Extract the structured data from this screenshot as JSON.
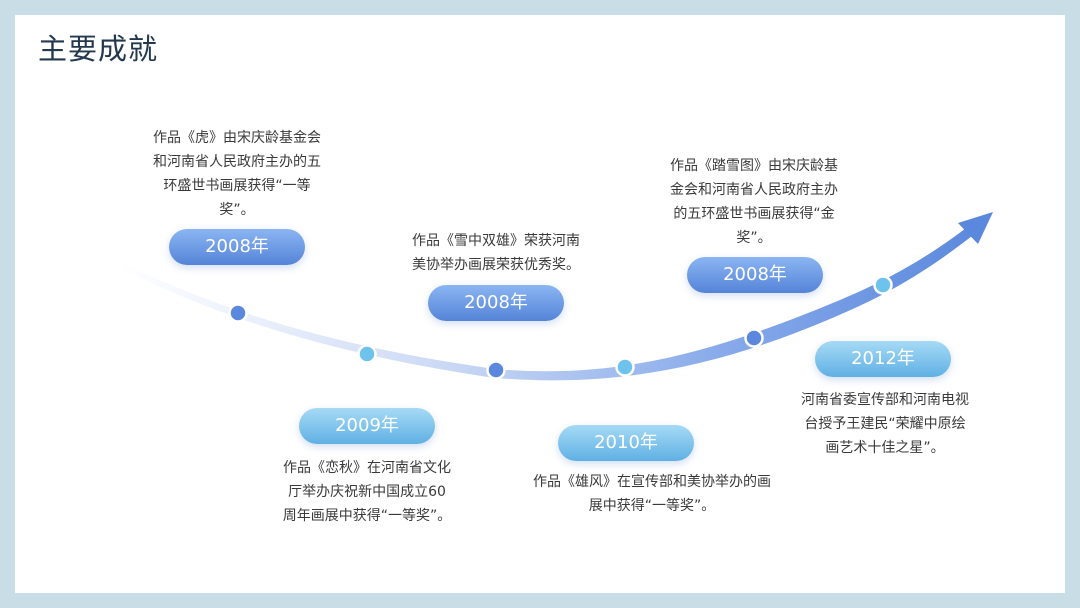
{
  "title": "主要成就",
  "milestones": [
    {
      "year": "2008年",
      "text": "作品《虎》由宋庆龄基金会\n和河南省人民政府主办的五\n环盛世书画展获得“一等\n奖”。"
    },
    {
      "year": "2009年",
      "text": "作品《恋秋》在河南省文化\n厅举办庆祝新中国成立60\n周年画展中获得“一等奖”。"
    },
    {
      "year": "2008年",
      "text": "作品《雪中双雄》荣获河南\n美协举办画展荣获优秀奖。"
    },
    {
      "year": "2010年",
      "text": "作品《雄风》在宣传部和美协举办的画\n展中获得“一等奖”。"
    },
    {
      "year": "2008年",
      "text": "作品《踏雪图》由宋庆龄基\n金会和河南省人民政府主办\n的五环盛世书画展获得“金\n奖”。"
    },
    {
      "year": "2012年",
      "text": "河南省委宣传部和河南电视\n台授予王建民“荣耀中原绘\n画艺术十佳之星”。"
    }
  ],
  "colors": {
    "background": "#c9dde7",
    "title": "#23384f",
    "curve_light": "#e4ecfa",
    "curve_dark": "#5a88dc",
    "dot_blue": "#5b88dc",
    "dot_cyan": "#6ec3ec",
    "text": "#3a3a3a"
  },
  "icons": [
    "timeline-arrow-icon",
    "timeline-dot-icon"
  ]
}
